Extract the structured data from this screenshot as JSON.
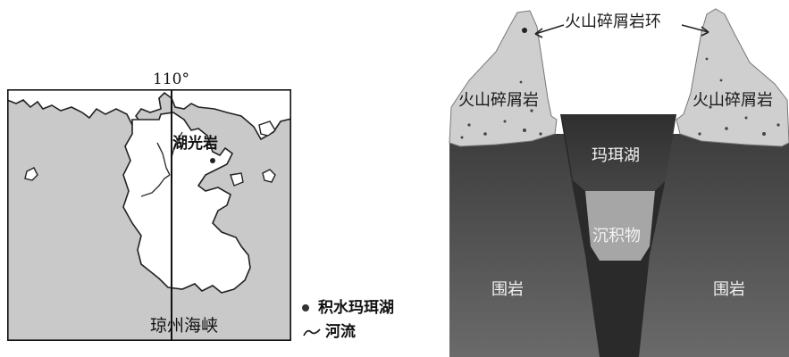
{
  "map": {
    "meridian_label": "110°",
    "place_label": "湖光岩",
    "strait_label": "琼州海峡",
    "legend": {
      "lake_label": "积水玛珥湖",
      "river_label": "河流"
    }
  },
  "cross_section": {
    "ring_label": "火山碎屑岩环",
    "left_pyroclastic_label": "火山碎屑岩",
    "right_pyroclastic_label": "火山碎屑岩",
    "lake_label": "玛珥湖",
    "sediment_label": "沉积物",
    "left_country_rock_label": "围岩",
    "right_country_rock_label": "围岩"
  }
}
